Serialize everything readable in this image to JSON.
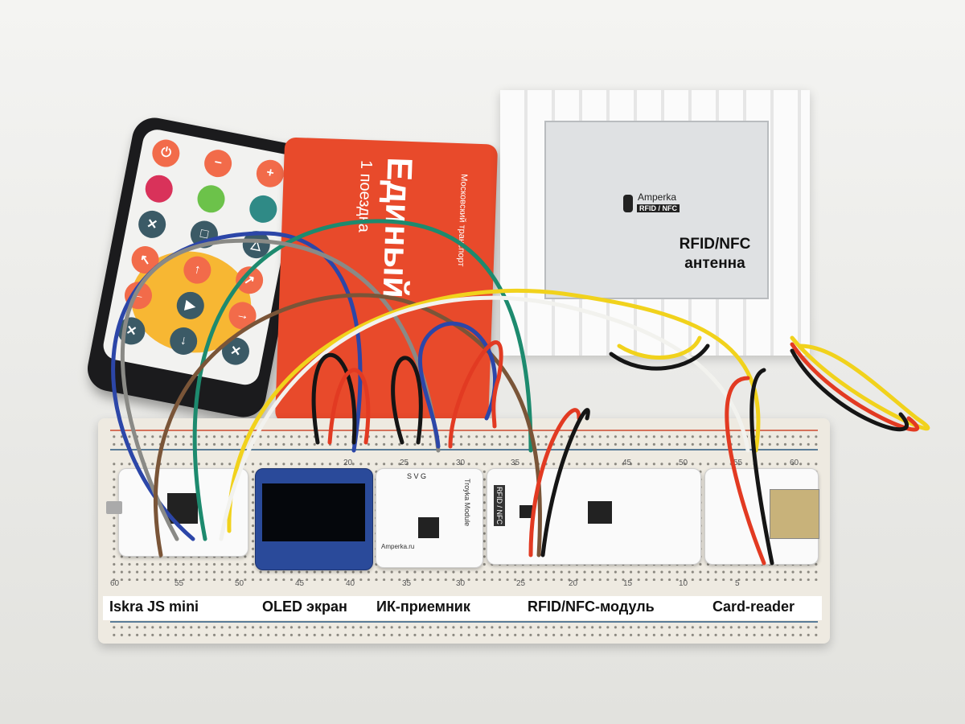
{
  "labels": {
    "iskra": "Iskra JS mini",
    "oled": "OLED экран",
    "ir": "ИК-приемник",
    "rfid_module": "RFID/NFC-модуль",
    "card_reader": "Card-reader",
    "antenna_line1": "RFID/NFC",
    "antenna_line2": "антенна"
  },
  "transport_card": {
    "title": "Единый",
    "subtitle": "1 поездка",
    "brand": "Московский транспорт"
  },
  "antenna_logo": {
    "brand": "Amperka",
    "badge": "RFID / NFC"
  },
  "ir_module": {
    "side_text": "Troyka Module",
    "url": "Amperka.ru",
    "pins": "S V G"
  },
  "rfid_board_text": "RFID / NFC",
  "remote_buttons": [
    "⏻",
    "−",
    "+",
    "",
    "",
    "",
    "✕",
    "□",
    "△",
    "",
    "",
    "",
    "",
    "",
    "",
    "",
    "",
    "",
    "✕",
    "",
    "✕"
  ],
  "breadboard_numbers_bottom": [
    "60",
    "55",
    "50",
    "45",
    "40",
    "35",
    "30",
    "25",
    "20",
    "15",
    "10",
    "5"
  ],
  "breadboard_numbers_top": [
    "20",
    "25",
    "30",
    "35",
    "45",
    "50",
    "55",
    "60"
  ],
  "colors": {
    "card": "#e84a2b",
    "remote": "#1b1b1d",
    "breadboard": "#eeeae1"
  }
}
